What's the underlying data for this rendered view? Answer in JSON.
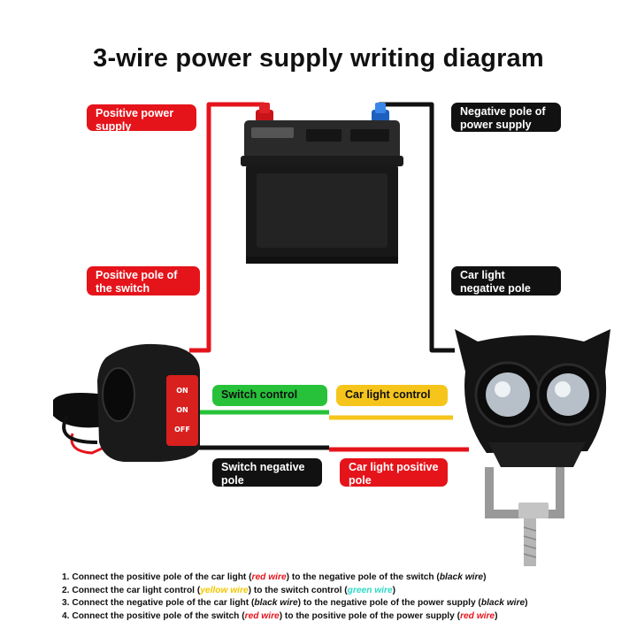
{
  "title": "3-wire power supply writing diagram",
  "labels": {
    "positive_power_supply": "Positive power supply",
    "negative_pole_power_supply": "Negative pole of power supply",
    "positive_pole_switch": "Positive pole of the switch",
    "car_light_negative_pole": "Car light negative pole",
    "switch_control": "Switch control",
    "car_light_control": "Car light control",
    "switch_negative_pole": "Switch negative pole",
    "car_light_positive_pole": "Car light positive pole"
  },
  "switch_positions": [
    "ON",
    "ON",
    "OFF"
  ],
  "notes": [
    {
      "n": "1.",
      "parts": [
        {
          "t": "Connect the positive pole of the car light (",
          "c": ""
        },
        {
          "t": "red wire",
          "c": "red"
        },
        {
          "t": ") to the negative pole of the switch (",
          "c": ""
        },
        {
          "t": "black wire",
          "c": "black"
        },
        {
          "t": ")",
          "c": ""
        }
      ]
    },
    {
      "n": "2.",
      "parts": [
        {
          "t": "Connect the car light control (",
          "c": ""
        },
        {
          "t": "yellow wire",
          "c": "yellow"
        },
        {
          "t": ") to the switch control (",
          "c": ""
        },
        {
          "t": "green wire",
          "c": "green"
        },
        {
          "t": ")",
          "c": ""
        }
      ]
    },
    {
      "n": "3.",
      "parts": [
        {
          "t": "Connect the negative pole of the car light (",
          "c": ""
        },
        {
          "t": "black wire",
          "c": "black"
        },
        {
          "t": ") to the negative pole of the power supply (",
          "c": ""
        },
        {
          "t": "black wire",
          "c": "black"
        },
        {
          "t": ")",
          "c": ""
        }
      ]
    },
    {
      "n": "4.",
      "parts": [
        {
          "t": "Connect the positive pole of the switch (",
          "c": ""
        },
        {
          "t": "red wire",
          "c": "red"
        },
        {
          "t": ") to the positive pole of the power supply (",
          "c": ""
        },
        {
          "t": "red wire",
          "c": "red"
        },
        {
          "t": ")",
          "c": ""
        }
      ]
    }
  ],
  "colors": {
    "red_wire": "#e5141b",
    "black_wire": "#111111",
    "green_wire": "#27c23a",
    "yellow_wire": "#f6c51c"
  }
}
